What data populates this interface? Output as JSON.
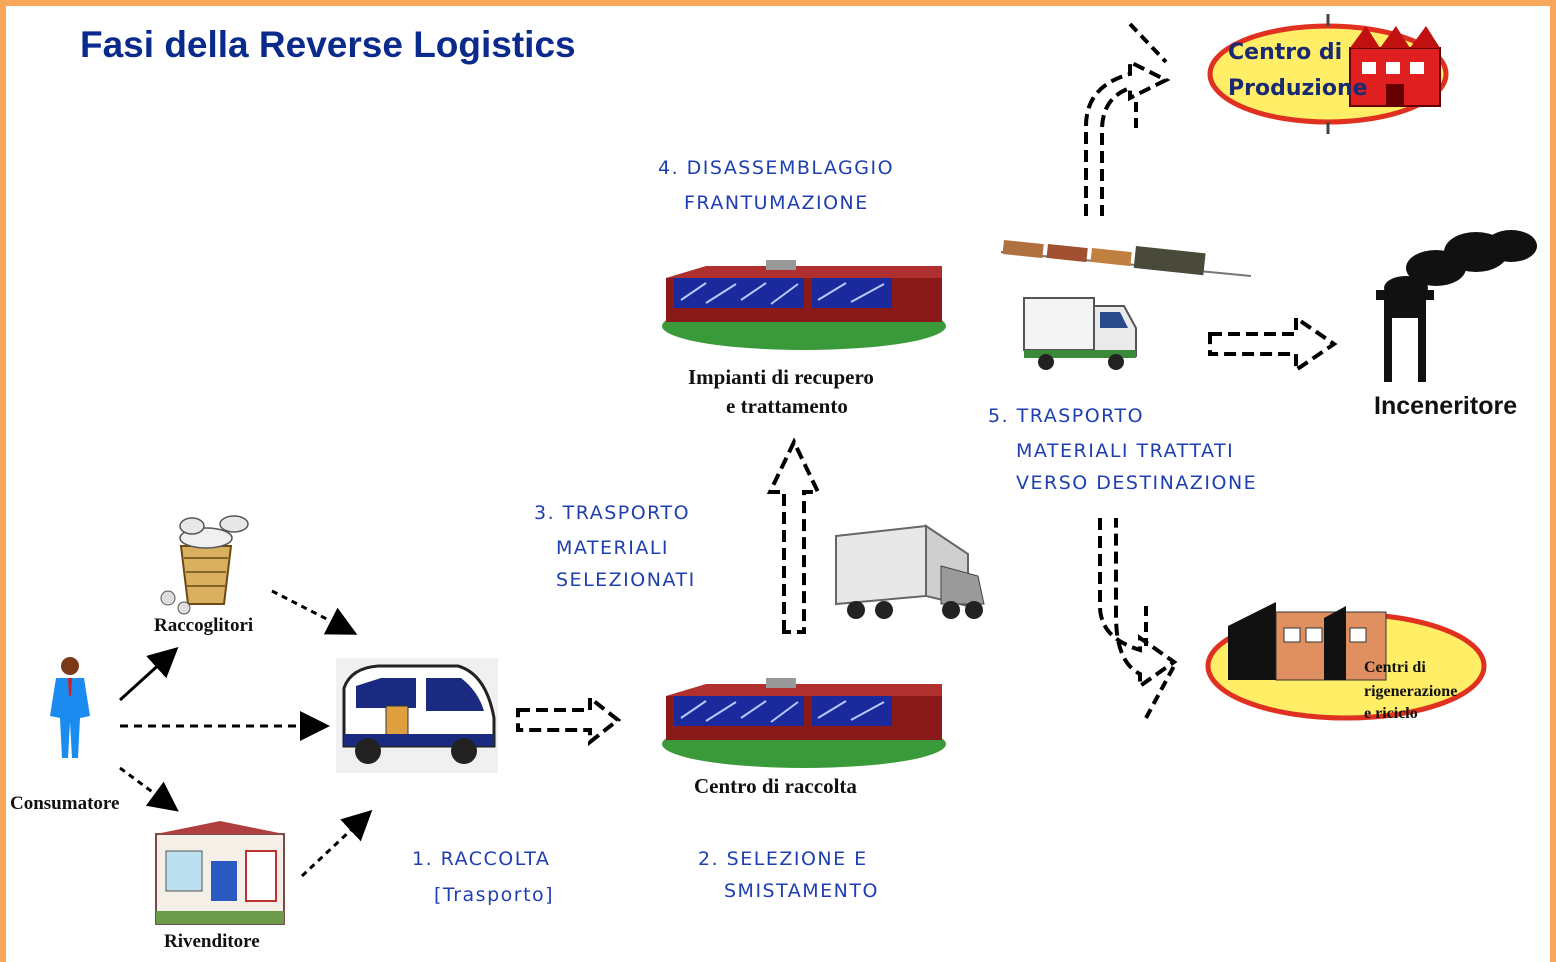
{
  "title": "Fasi della Reverse Logistics",
  "steps": {
    "s1_line1": "1. RACCOLTA",
    "s1_line2": "[Trasporto]",
    "s2_line1": "2. SELEZIONE E",
    "s2_line2": "SMISTAMENTO",
    "s3_line1": "3. TRASPORTO",
    "s3_line2": "MATERIALI",
    "s3_line3": "SELEZIONATI",
    "s4_line1": "4. DISASSEMBLAGGIO",
    "s4_line2": "FRANTUMAZIONE",
    "s5_line1": "5. TRASPORTO",
    "s5_line2": "MATERIALI TRATTATI",
    "s5_line3": "VERSO DESTINAZIONE"
  },
  "nodes": {
    "consumatore": "Consumatore",
    "raccoglitori": "Raccoglitori",
    "rivenditore": "Rivenditore",
    "centro_raccolta": "Centro di raccolta",
    "impianti_line1": "Impianti di recupero",
    "impianti_line2": "e trattamento",
    "inceneritore": "Inceneritore",
    "centro_produzione_line1": "Centro di",
    "centro_produzione_line2": "Produzione",
    "centri_rigenerazione_line1": "Centri di",
    "centri_rigenerazione_line2": "rigenerazione",
    "centri_rigenerazione_line3": "e riciclo"
  },
  "colors": {
    "border": "#f7a65a",
    "title": "#0a2a8c",
    "step_text": "#1f3fb0",
    "ellipse_fill": "#ffee66",
    "ellipse_stroke": "#e03020",
    "building_roof": "#1a2a8c",
    "building_wall": "#8a1a1a",
    "grass": "#3a9a3a"
  }
}
